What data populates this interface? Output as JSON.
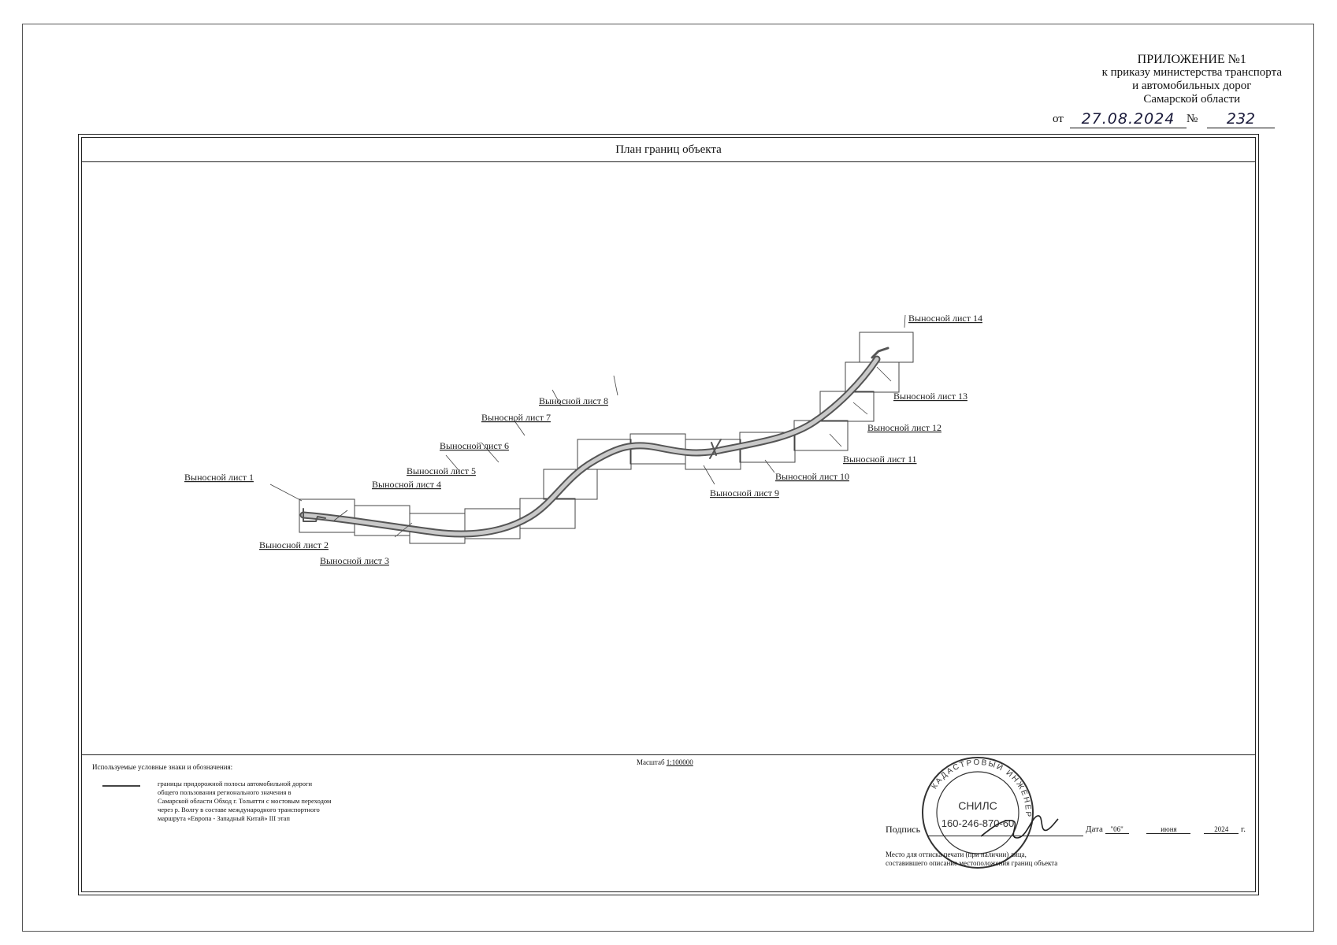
{
  "header": {
    "line1": "ПРИЛОЖЕНИЕ №1",
    "line2": "к приказу министерства транспорта",
    "line3": "и автомобильных дорог",
    "line4": "Самарской области",
    "ot": "от",
    "date": "27.08.2024",
    "no": "№",
    "number": "232"
  },
  "title": "План границ объекта",
  "callouts": [
    "Выносной лист 1",
    "Выносной лист 2",
    "Выносной лист 3",
    "Выносной лист 4",
    "Выносной лист 5",
    "Выносной лист 6",
    "Выносной лист 7",
    "Выносной лист 8",
    "Выносной лист 9",
    "Выносной лист 10",
    "Выносной лист 11",
    "Выносной лист 12",
    "Выносной лист 13",
    "Выносной лист 14"
  ],
  "legend": {
    "title": "Используемые условные знаки и обозначения:",
    "items": [
      "границы придорожной полосы автомобильной дороги",
      "общего пользования регионального значения в",
      "Самарской области Обход г. Тольятти с мостовым переходом",
      "через р. Волгу в составе международного транспортного",
      "маршрута «Европа - Западный Китай» III этап"
    ]
  },
  "scale": {
    "label": "Масштаб",
    "value": "1:100000"
  },
  "signature": {
    "label": "Подпись",
    "date_label": "Дата",
    "day": "\"06\"",
    "month": "июня",
    "year": "2024",
    "year_suffix": "г.",
    "seal_note_1": "Место для оттиска печати (при наличии) лица,",
    "seal_note_2": "составившего описание местоположения границ объекта"
  },
  "seal": {
    "snils_label": "СНИЛС",
    "snils": "160-246-870-60",
    "ring_text": "КАДАСТРОВЫЙ ИНЖЕНЕР"
  }
}
